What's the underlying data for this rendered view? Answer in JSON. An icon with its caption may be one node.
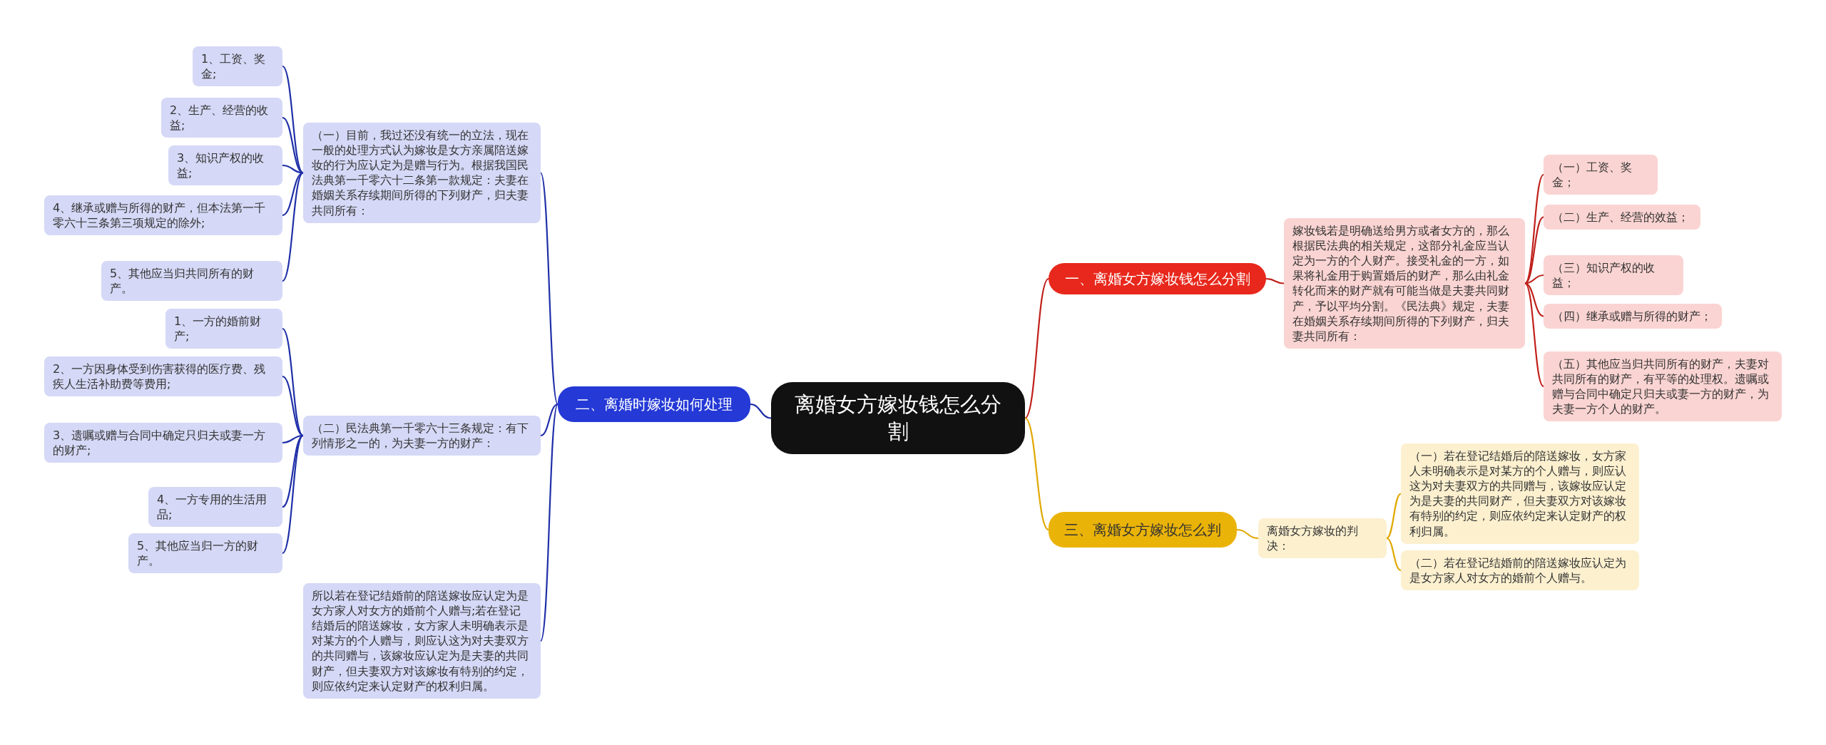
{
  "diagram": {
    "nodes": [
      {
        "text": [
          "离婚女方嫁妆钱怎么分割"
        ]
      },
      {
        "text": [
          "一、离婚女方嫁妆钱怎么分割"
        ]
      },
      {
        "text": [
          "嫁妆钱若是明确送给男方或者女方的，那么根据民法典的相关规定，这部分礼金应当认定为一方的个人财产。接受礼金的一方，如果将礼金用于购置婚后的财产，那么由礼金转化而来的财产就有可能当做是夫妻共同财产，予以平均分割。《民法典》规定，夫妻在婚姻关系存续期间所得的下列财产，归夫妻共同所有："
        ]
      },
      {
        "text": [
          "（一）工资、奖金；"
        ]
      },
      {
        "text": [
          "（二）生产、经营的效益；"
        ]
      },
      {
        "text": [
          "（三）知识产权的收益；"
        ]
      },
      {
        "text": [
          "（四）继承或赠与所得的财产；"
        ]
      },
      {
        "text": [
          "（五）其他应当归共同所有的财产，夫妻对共同所有的财产，有平等的处理权。遗嘱或赠与合同中确定只归夫或妻一方的财产，为夫妻一方个人的财产。"
        ]
      },
      {
        "text": [
          "二、离婚时嫁妆如何处理"
        ]
      },
      {
        "text": [
          "（一）目前，我过还没有统一的立法，现在一般的处理方式认为嫁妆是女方亲属陪送嫁妆的行为应认定为是赠与行为。根据我国民法典第一千零六十二条第一款规定：夫妻在婚姻关系存续期间所得的下列财产，归夫妻共同所有："
        ]
      },
      {
        "text": [
          "1、工资、奖金;"
        ]
      },
      {
        "text": [
          "2、生产、经营的收益;"
        ]
      },
      {
        "text": [
          "3、知识产权的收益;"
        ]
      },
      {
        "text": [
          "4、继承或赠与所得的财产，但本法第一千零六十三条第三项规定的除外;"
        ]
      },
      {
        "text": [
          "5、其他应当归共同所有的财产。"
        ]
      },
      {
        "text": [
          "（二）民法典第一千零六十三条规定：有下列情形之一的，为夫妻一方的财产："
        ]
      },
      {
        "text": [
          "1、一方的婚前财产;"
        ]
      },
      {
        "text": [
          "2、一方因身体受到伤害获得的医疗费、残疾人生活补助费等费用;"
        ]
      },
      {
        "text": [
          "3、遗嘱或赠与合同中确定只归夫或妻一方的财产;"
        ]
      },
      {
        "text": [
          "4、一方专用的生活用品;"
        ]
      },
      {
        "text": [
          "5、其他应当归一方的财产。"
        ]
      },
      {
        "text": [
          "所以若在登记结婚前的陪送嫁妆应认定为是女方家人对女方的婚前个人赠与;若在登记结婚后的陪送嫁妆，女方家人未明确表示是对某方的个人赠与，则应认这为对夫妻双方的共同赠与，该嫁妆应认定为是夫妻的共同财产，但夫妻双方对该嫁妆有特别的约定，则应依约定来认定财产的权利归属。"
        ]
      },
      {
        "text": [
          "三、离婚女方嫁妆怎么判"
        ]
      },
      {
        "text": [
          "离婚女方嫁妆的判决："
        ]
      },
      {
        "text": [
          "（一）若在登记结婚后的陪送嫁妆，女方家人未明确表示是对某方的个人赠与，则应认这为对夫妻双方的共同赠与，该嫁妆应认定为是夫妻的共同财产，但夫妻双方对该嫁妆有特别的约定，则应依约定来认定财产的权利归属。"
        ]
      },
      {
        "text": [
          "（二）若在登记结婚前的陪送嫁妆应认定为是女方家人对女方的婚前个人赠与。"
        ]
      }
    ],
    "edges": [
      {
        "from": 0,
        "to": 1,
        "arrow": "none",
        "color": "#c0201a"
      },
      {
        "from": 1,
        "to": 2,
        "arrow": "none",
        "color": "#c0201a"
      },
      {
        "from": 2,
        "to": 3,
        "arrow": "none",
        "color": "#c0201a"
      },
      {
        "from": 2,
        "to": 4,
        "arrow": "none",
        "color": "#c0201a"
      },
      {
        "from": 2,
        "to": 5,
        "arrow": "none",
        "color": "#c0201a"
      },
      {
        "from": 2,
        "to": 6,
        "arrow": "none",
        "color": "#c0201a"
      },
      {
        "from": 2,
        "to": 7,
        "arrow": "none",
        "color": "#c0201a"
      },
      {
        "from": 0,
        "to": 8,
        "arrow": "none"
      },
      {
        "from": 8,
        "to": 9,
        "arrow": "none"
      },
      {
        "from": 9,
        "to": 10,
        "arrow": "none"
      },
      {
        "from": 9,
        "to": 11,
        "arrow": "none"
      },
      {
        "from": 9,
        "to": 12,
        "arrow": "none"
      },
      {
        "from": 9,
        "to": 13,
        "arrow": "none"
      },
      {
        "from": 9,
        "to": 14,
        "arrow": "none"
      },
      {
        "from": 8,
        "to": 15,
        "arrow": "none"
      },
      {
        "from": 15,
        "to": 16,
        "arrow": "none"
      },
      {
        "from": 15,
        "to": 17,
        "arrow": "none"
      },
      {
        "from": 15,
        "to": 18,
        "arrow": "none"
      },
      {
        "from": 15,
        "to": 19,
        "arrow": "none"
      },
      {
        "from": 15,
        "to": 20,
        "arrow": "none"
      },
      {
        "from": 8,
        "to": 21,
        "arrow": "none"
      },
      {
        "from": 0,
        "to": 22,
        "arrow": "none",
        "color": "#e0a800"
      },
      {
        "from": 22,
        "to": 23,
        "arrow": "none",
        "color": "#e0a800"
      },
      {
        "from": 23,
        "to": 24,
        "arrow": "none",
        "color": "#e0a800"
      },
      {
        "from": 23,
        "to": 25,
        "arrow": "none",
        "color": "#e0a800"
      }
    ]
  }
}
